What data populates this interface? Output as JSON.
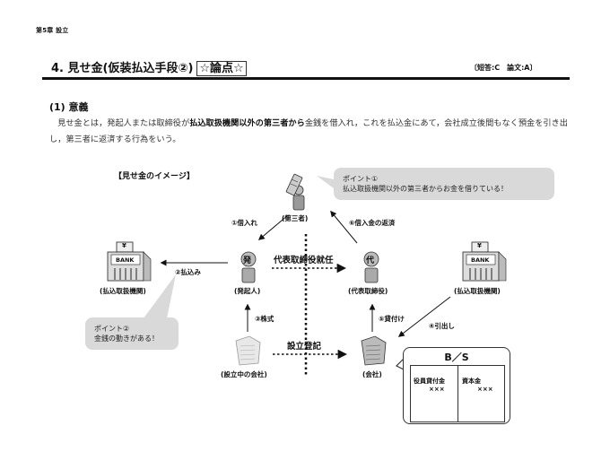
{
  "header": {
    "chapter": "第5章 設立",
    "section_title": "4. 見せ金(仮装払込手段②)",
    "ronten_badge": "☆論点☆",
    "rating": "〔短答:C　論文:A〕"
  },
  "meaning": {
    "heading": "(1) 意義",
    "text_parts": [
      "　見せ金とは，発起人または取締役が",
      "払込取扱機関以外の第三者から",
      "金銭を借入れ，これを払込金にあて，会社成立後間もなく預金を引き出し，第三者に返済する行為をいう。"
    ]
  },
  "diagram": {
    "title": "【見せ金のイメージ】",
    "nodes": {
      "third_party": "(第三者)",
      "promoter": "(発起人)",
      "promoter_badge": "発",
      "representative": "(代表取締役)",
      "representative_badge": "代",
      "bank_left": "(払込取扱機関)",
      "bank_right": "(払込取扱機関)",
      "bank_sign": "BANK",
      "bank_yen": "¥",
      "company_forming": "(設立中の会社)",
      "company": "(会社)"
    },
    "flows": {
      "step1": "①借入れ",
      "step2": "②払込み",
      "step3": "③株式",
      "step4": "④引出し",
      "step5": "⑤貸付け",
      "step6": "⑥借入金の返済"
    },
    "events": {
      "appointment": "代表取締役就任",
      "registration": "設立登記"
    },
    "callouts": {
      "point1_title": "ポイント①",
      "point1_text": "払込取扱機関以外の第三者からお金を借りている！",
      "point2_title": "ポイント②",
      "point2_text": "金銭の動きがある！"
    },
    "balance_sheet": {
      "title": "B／S",
      "left_item": "役員貸付金",
      "left_value": "×××",
      "right_item": "資本金",
      "right_value": "×××"
    }
  }
}
